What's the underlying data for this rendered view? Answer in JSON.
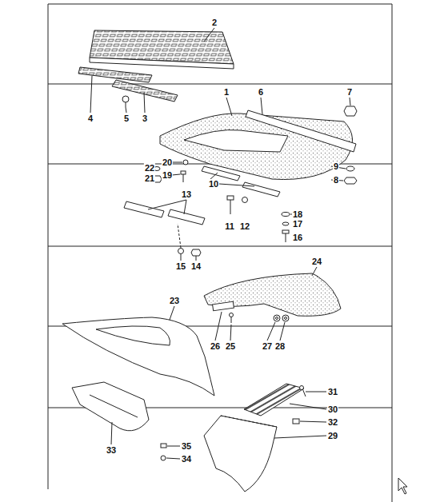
{
  "diagram": {
    "labels": [
      "2",
      "4",
      "5",
      "3",
      "1",
      "6",
      "7",
      "20",
      "22",
      "21",
      "19",
      "9",
      "8",
      "10",
      "13",
      "11",
      "12",
      "18",
      "17",
      "16",
      "15",
      "14",
      "24",
      "23",
      "26",
      "25",
      "27",
      "28",
      "31",
      "30",
      "32",
      "29",
      "33",
      "35",
      "34"
    ]
  }
}
